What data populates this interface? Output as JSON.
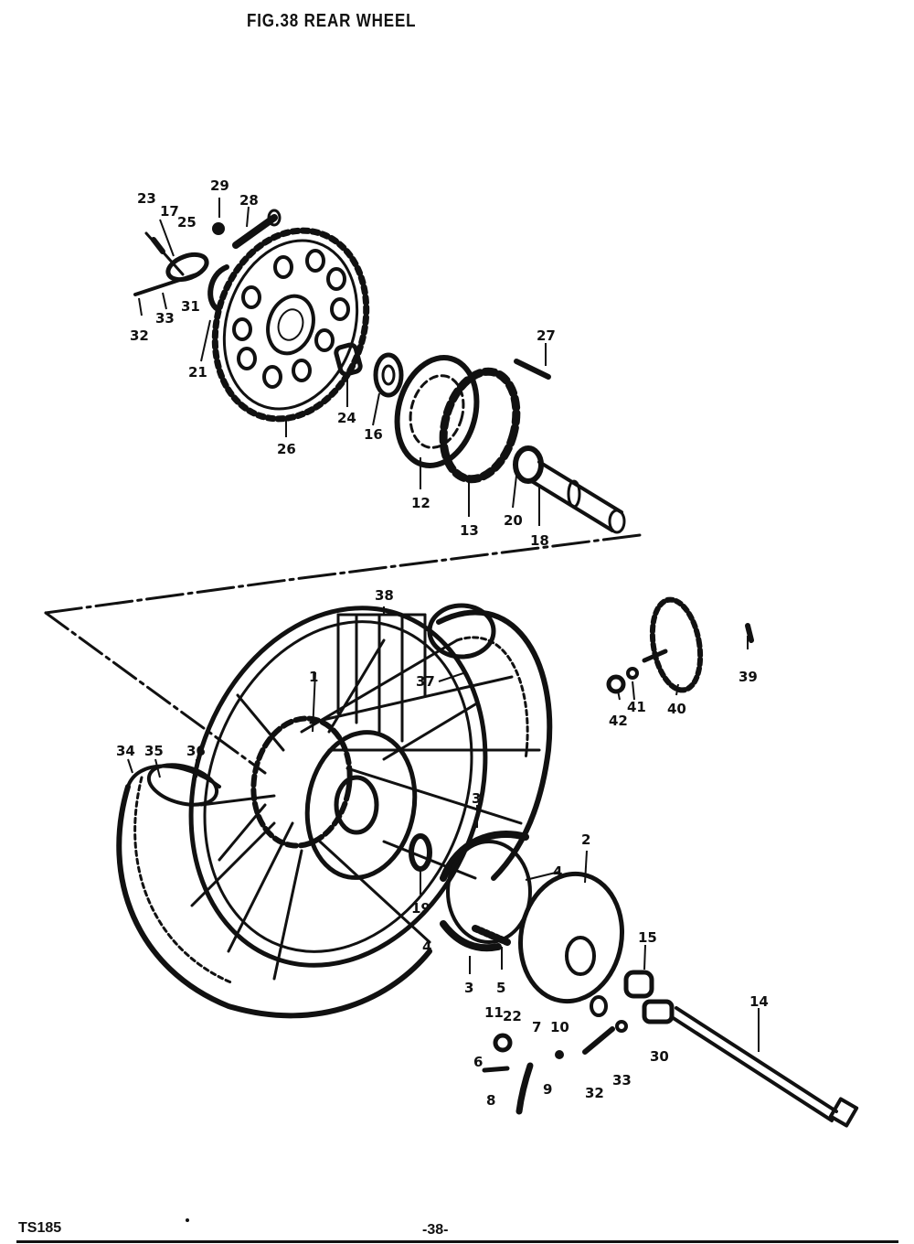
{
  "title": "FIG.38  REAR WHEEL",
  "footer": {
    "model": "TS185",
    "page": "-38-"
  },
  "callouts": [
    "1",
    "2",
    "3",
    "4",
    "5",
    "6",
    "7",
    "8",
    "9",
    "10",
    "11",
    "12",
    "13",
    "14",
    "15",
    "16",
    "17",
    "18",
    "19",
    "20",
    "21",
    "22",
    "23",
    "24",
    "25",
    "26",
    "27",
    "28",
    "29",
    "30",
    "31",
    "32",
    "33",
    "34",
    "35",
    "36",
    "37",
    "38",
    "39",
    "40",
    "41",
    "42"
  ]
}
